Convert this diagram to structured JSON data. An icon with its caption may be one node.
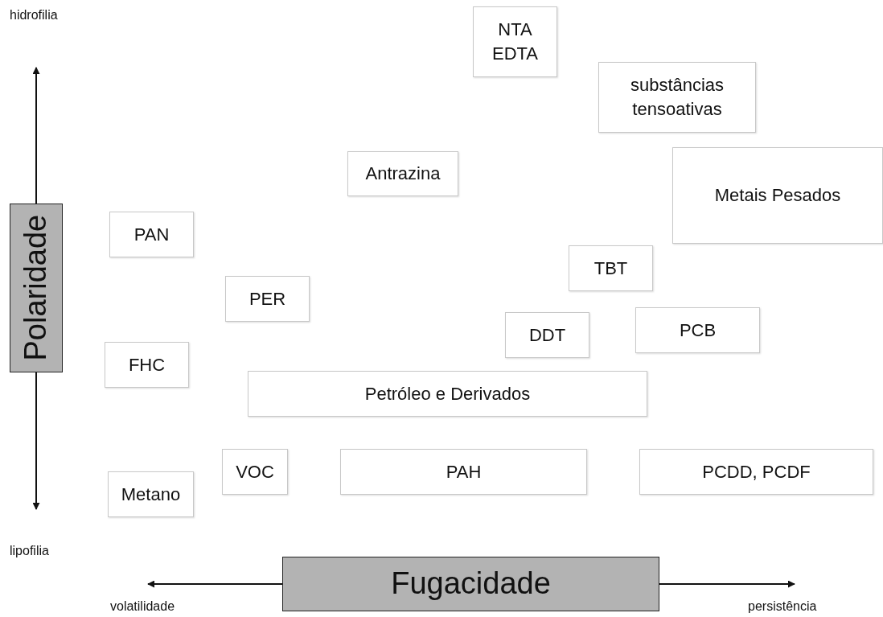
{
  "diagram": {
    "nodes": [
      {
        "text": [
          "NTA EDTA"
        ]
      },
      {
        "text": [
          "substâncias tensoativas"
        ]
      },
      {
        "text": [
          "Antrazina"
        ]
      },
      {
        "text": [
          "Metais Pesados"
        ]
      },
      {
        "text": [
          "PAN"
        ]
      },
      {
        "text": [
          "Polaridade"
        ]
      },
      {
        "text": [
          "TBT"
        ]
      },
      {
        "text": [
          "PER"
        ]
      },
      {
        "text": [
          "PCB"
        ]
      },
      {
        "text": [
          "DDT"
        ]
      },
      {
        "text": [
          "FHC"
        ]
      },
      {
        "text": [
          "Petróleo e Derivados"
        ]
      },
      {
        "text": [
          "VOC"
        ]
      },
      {
        "text": [
          "PAH"
        ]
      },
      {
        "text": [
          "PCDD, PCDF"
        ]
      },
      {
        "text": [
          "Metano"
        ]
      },
      {
        "text": [
          "Fugacidade"
        ]
      }
    ],
    "labels": [
      "hidrofilia",
      "lipofilia",
      "volatilidade",
      "persistência"
    ]
  }
}
